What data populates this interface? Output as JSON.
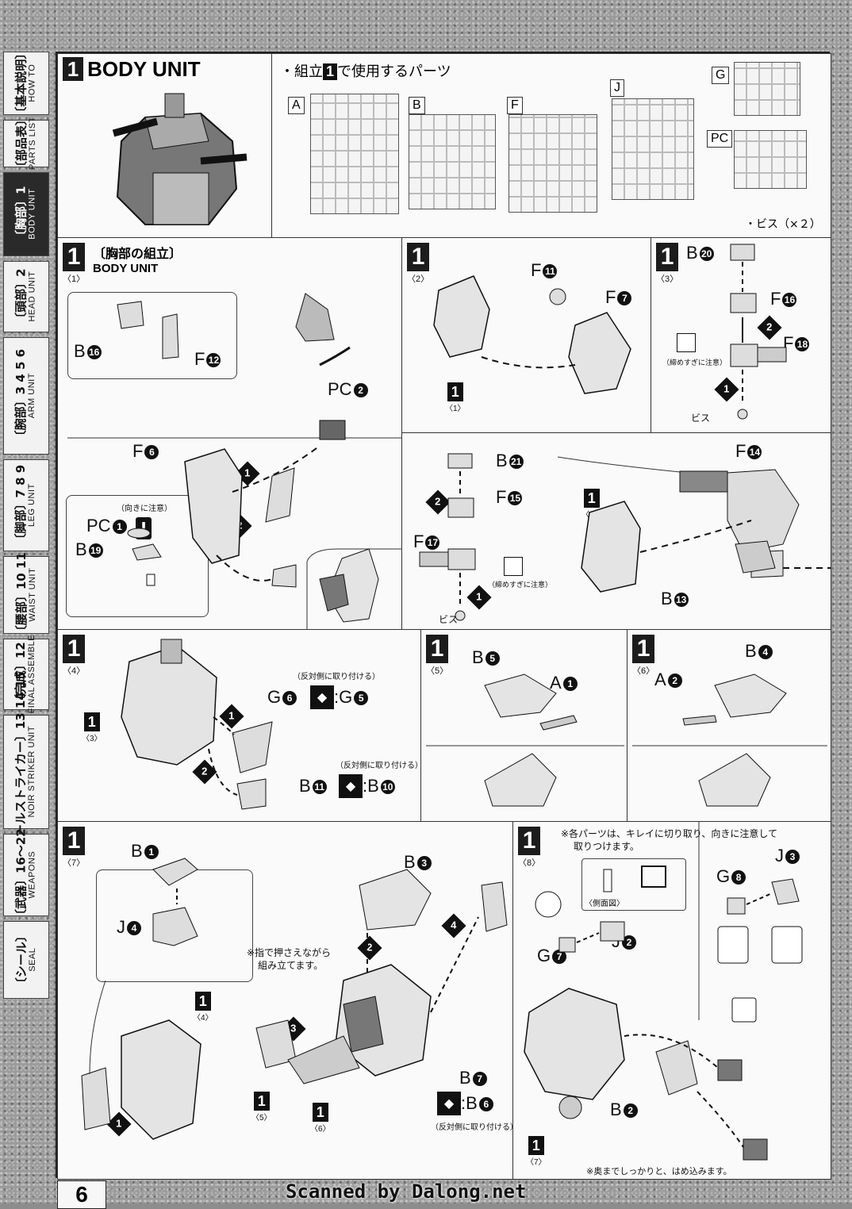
{
  "sidebar": [
    {
      "jp": "〔基本説明〕",
      "en": "HOW TO"
    },
    {
      "jp": "〔部品表〕",
      "en": "PARTS LIST"
    },
    {
      "jp": "〔胸部〕1",
      "en": "BODY UNIT"
    },
    {
      "jp": "〔頭部〕2",
      "en": "HEAD UNIT"
    },
    {
      "jp": "〔腕部〕3 4 5 6",
      "en": "ARM UNIT"
    },
    {
      "jp": "〔脚部〕7 8 9",
      "en": "LEG UNIT"
    },
    {
      "jp": "〔腰部〕10 11",
      "en": "WAIST UNIT"
    },
    {
      "jp": "〔完成〕12",
      "en": "FINAL ASSEMBLE"
    },
    {
      "jp": "〔ノワールストライカー〕13 14 15",
      "en": "NOIR STRIKER UNIT"
    },
    {
      "jp": "〔武器〕16〜22",
      "en": "WEAPONS"
    },
    {
      "jp": "〔シール〕",
      "en": "SEAL"
    }
  ],
  "header": {
    "step": "1",
    "title": "BODY UNIT",
    "parts_heading_pre": "・組立",
    "parts_heading_step": "1",
    "parts_heading_post": "で使用するパーツ",
    "runners": [
      "A",
      "B",
      "F",
      "J",
      "G",
      "PC"
    ],
    "screw": "・ビス（×２）"
  },
  "steps": {
    "s1": {
      "step": "1",
      "sub": "〈1〉",
      "jp": "〔胸部の組立〕",
      "en": "BODY UNIT",
      "parts": {
        "b16": "B",
        "b16n": "16",
        "f12": "F",
        "f12n": "12",
        "pc2": "PC",
        "pc2n": "2",
        "f6": "F",
        "f6n": "6",
        "pc1": "PC",
        "pc1n": "1",
        "b19": "B",
        "b19n": "19"
      },
      "note": "（向きに注意）"
    },
    "s2": {
      "step": "1",
      "sub": "〈2〉",
      "f11": "F",
      "f11n": "11",
      "f7": "F",
      "f7n": "7",
      "ref": "1",
      "refsub": "〈1〉"
    },
    "s3": {
      "step": "1",
      "sub": "〈3〉",
      "b20": "B",
      "b20n": "20",
      "f16": "F",
      "f16n": "16",
      "f18": "F",
      "f18n": "18",
      "note": "（締めすぎに注意）",
      "screw": "ビス"
    },
    "s3b": {
      "b21": "B",
      "b21n": "21",
      "f15": "F",
      "f15n": "15",
      "f17": "F",
      "f17n": "17",
      "note": "（締めすぎに注意）",
      "screw": "ビス",
      "f14": "F",
      "f14n": "14",
      "b13": "B",
      "b13n": "13",
      "ref": "1",
      "refsub": "〈2〉"
    },
    "s4": {
      "step": "1",
      "sub": "〈4〉",
      "ref": "1",
      "refsub": "〈3〉",
      "g6": "G",
      "g6n": "6",
      "g5": "G",
      "g5n": "5",
      "b11": "B",
      "b11n": "11",
      "b10": "B",
      "b10n": "10",
      "note": "（反対側に取り付ける）"
    },
    "s5": {
      "step": "1",
      "sub": "〈5〉",
      "b5": "B",
      "b5n": "5",
      "a1": "A",
      "a1n": "1"
    },
    "s6": {
      "step": "1",
      "sub": "〈6〉",
      "b4": "B",
      "b4n": "4",
      "a2": "A",
      "a2n": "2"
    },
    "s7": {
      "step": "1",
      "sub": "〈7〉",
      "b1": "B",
      "b1n": "1",
      "j4": "J",
      "j4n": "4",
      "b3": "B",
      "b3n": "3",
      "b7": "B",
      "b7n": "7",
      "b6": "B",
      "b6n": "6",
      "ref4": "1",
      "ref4sub": "〈4〉",
      "ref5": "1",
      "ref5sub": "〈5〉",
      "ref6": "1",
      "ref6sub": "〈6〉",
      "note1": "※指で押さえながら",
      "note2": "組み立てます。",
      "note3": "（反対側に取り付ける）"
    },
    "s8": {
      "step": "1",
      "sub": "〈8〉",
      "note1": "※各パーツは、キレイに切り取り、向きに注意して",
      "note2": "取りつけます。",
      "side": "〈側面図〉",
      "g7": "G",
      "g7n": "7",
      "j2": "J",
      "j2n": "2",
      "g8": "G",
      "g8n": "8",
      "j3": "J",
      "j3n": "3",
      "b2": "B",
      "b2n": "2",
      "ref": "1",
      "refsub": "〈7〉",
      "bottom": "※奥までしっかりと、はめ込みます。"
    }
  },
  "footer": {
    "page": "6",
    "scan": "Scanned by Dalong.net"
  }
}
